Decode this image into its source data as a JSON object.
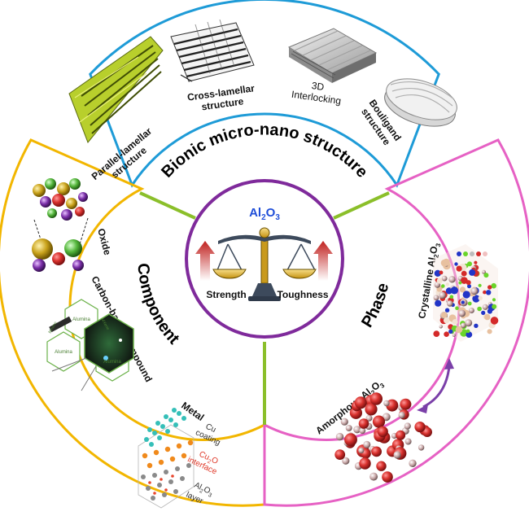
{
  "center": {
    "formula": {
      "base": "Al",
      "sub1": "2",
      "mid": "O",
      "sub2": "3"
    },
    "left_label": "Strength",
    "right_label": "Toughness"
  },
  "sections": {
    "structure": {
      "title": "Bionic micro-nano structure",
      "items": {
        "parallel": {
          "l1": "Parallel-lamellar",
          "l2": "structure"
        },
        "cross": {
          "l1": "Cross-lamellar",
          "l2": "structure"
        },
        "interlock": {
          "l1": "3D",
          "l2": "Interlocking"
        },
        "bouligand": {
          "l1": "Bouligand",
          "l2": "structure"
        }
      }
    },
    "component": {
      "title": "Component",
      "oxide": "Oxide",
      "carbon": "Carbon-based compound",
      "metal": "Metal",
      "metal_labels": {
        "cu1": "Cu",
        "cu2": "coating",
        "cu2o_a": "Cu",
        "cu2o_b": "2",
        "cu2o_c": "O",
        "cu2o_d": "interface",
        "al_a": "Al",
        "al_b": "2",
        "al_c": "O",
        "al_d": "3",
        "al_e": "layer"
      },
      "hex_labels": {
        "alumina": "Alumina",
        "mxene": "MXene"
      }
    },
    "phase": {
      "title": "Phase",
      "crystalline": {
        "a": "Crystalline Al",
        "b": "2",
        "c": "O",
        "d": "3"
      },
      "amorphous": {
        "a": "Amorphous Al",
        "b": "2",
        "c": "O",
        "d": "3"
      }
    }
  },
  "colors": {
    "structure": "#1e9bd7",
    "component": "#f2b600",
    "phase": "#e661c4",
    "center": "#7f2a9b",
    "divider": "#8bbf2a",
    "formula": "#1f4ed8",
    "arrow": "#c0201e"
  }
}
